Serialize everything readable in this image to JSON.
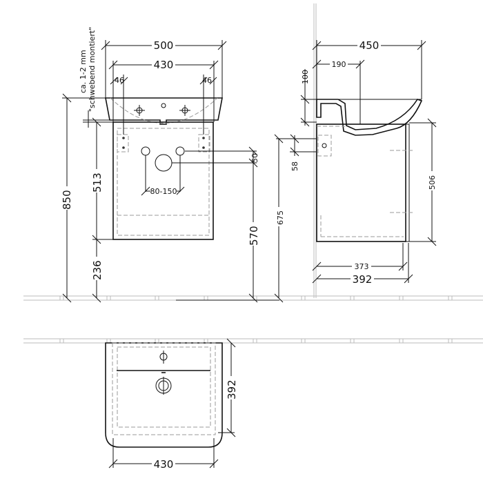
{
  "drawing": {
    "front_view": {
      "note_line1": "ca. 1-2 mm",
      "note_line2": "\"schwebend montiert\"",
      "dim_width_basin": "500",
      "dim_width_cabinet": "430",
      "dim_edge_left": "46",
      "dim_edge_right": "46",
      "dim_total_height": "850",
      "dim_cabinet_height": "513",
      "dim_floor_clearance": "236",
      "dim_drain_height": "570",
      "dim_drain_offset": "50",
      "dim_pipe_spacing": "80-150"
    },
    "side_view": {
      "dim_depth_basin": "450",
      "dim_tap_offset": "190",
      "dim_basin_height": "100",
      "dim_bracket": "58",
      "dim_bracket_height": "675",
      "dim_cabinet_height": "506",
      "dim_cabinet_depth_inner": "373",
      "dim_cabinet_depth": "392"
    },
    "top_view": {
      "dim_depth": "392",
      "dim_width": "430"
    }
  }
}
